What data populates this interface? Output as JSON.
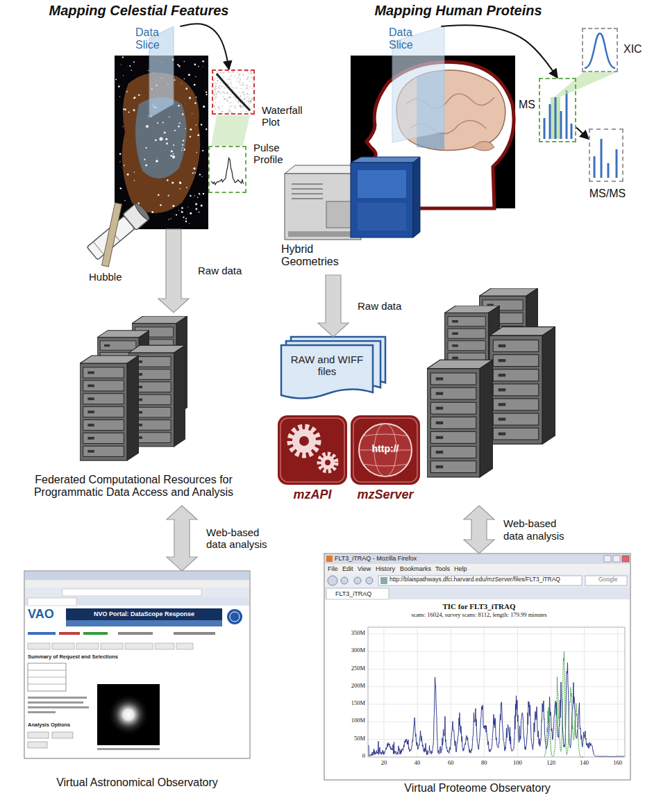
{
  "diagram": {
    "nodes": [
      {
        "text": [
          "Data Slice"
        ]
      },
      {
        "text": [
          "Waterfall Plot"
        ]
      },
      {
        "text": [
          "Pulse Profile"
        ]
      },
      {
        "text": [
          "Federated Computational Resources for Programmatic Data Access and Analysis"
        ]
      },
      {
        "text": [
          "Virtual Astronomical Observatory"
        ]
      },
      {
        "text": [
          "Data Slice"
        ]
      },
      {
        "text": [
          "MS"
        ]
      },
      {
        "text": [
          "XIC"
        ]
      },
      {
        "text": [
          "MS/MS"
        ]
      },
      {
        "text": [
          "Hybrid Geometries"
        ]
      },
      {
        "text": [
          "RAW and WIFF files"
        ]
      },
      {
        "text": [
          "mzAPI"
        ]
      },
      {
        "text": [
          "mzServer"
        ]
      },
      {
        "text": [
          "Virtual Proteome Observatory"
        ]
      }
    ],
    "edges": [
      {
        "from": 0,
        "to": 1,
        "arrow": "to"
      },
      {
        "from": 0,
        "to": 3,
        "label": "Raw data",
        "arrow": "to"
      },
      {
        "from": 3,
        "to": 4,
        "label": "Web-based data analysis",
        "arrow": "both"
      },
      {
        "from": 5,
        "to": 6,
        "arrow": "to"
      },
      {
        "from": 6,
        "to": 8,
        "arrow": "to"
      },
      {
        "from": 9,
        "to": 10,
        "label": "Raw data",
        "arrow": "to"
      },
      {
        "from": 12,
        "to": 13,
        "label": "Web-based data analysis",
        "arrow": "both"
      }
    ],
    "labels": [
      "Mapping Celestial Features",
      "Mapping Human Proteins",
      "Hubble",
      "VAO",
      "NVO Portal: DataScope Response",
      "Summary of Request and Selections",
      "Analysis Options",
      "FLT3_iTRAQ - Mozilla Firefox",
      "File",
      "Edit",
      "View",
      "History",
      "Bookmarks",
      "Tools",
      "Help",
      "http://blaispathways.dfci.harvard.edu/mzServer/files/FLT3_iTRAQ",
      "Google",
      "FLT3_iTRAQ",
      "TIC for FLT3_iTRAQ",
      "scans: 16024, survey scans: 8112, length: 179.99 minutes",
      "350M",
      "300M",
      "250M",
      "200M",
      "150M",
      "100M",
      "50M",
      "0",
      "20",
      "40",
      "60",
      "80",
      "100",
      "120",
      "140",
      "160",
      "http://"
    ]
  }
}
